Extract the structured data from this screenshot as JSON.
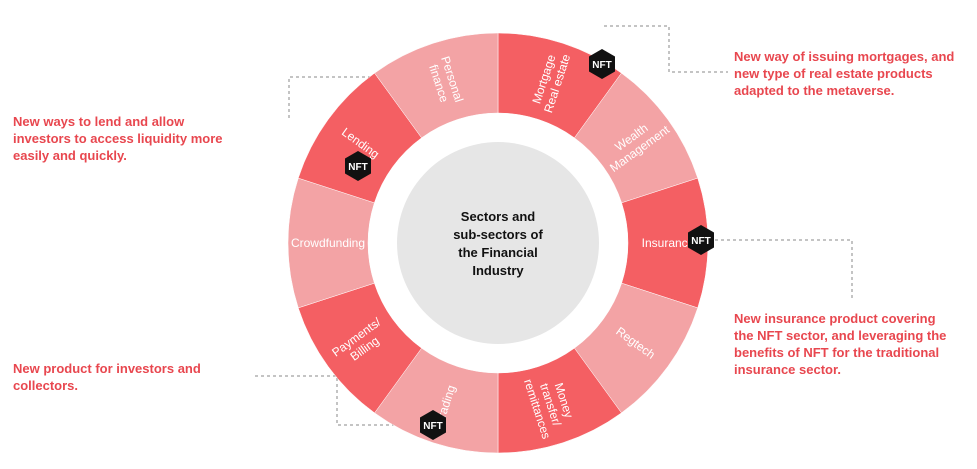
{
  "center": {
    "lines": [
      "Sectors and",
      "sub-sectors of",
      "the Financial",
      "Industry"
    ]
  },
  "segments": [
    {
      "name": "mortgage",
      "lines": [
        "Mortgage",
        "Real estate"
      ],
      "shade": "dark",
      "nft": true
    },
    {
      "name": "wealth",
      "lines": [
        "Wealth",
        "Management"
      ],
      "shade": "light",
      "nft": false
    },
    {
      "name": "insurance",
      "lines": [
        "Insurance"
      ],
      "shade": "dark",
      "nft": true
    },
    {
      "name": "regtech",
      "lines": [
        "Regtech"
      ],
      "shade": "light",
      "nft": false
    },
    {
      "name": "money-transfer",
      "lines": [
        "Money",
        "transfer/",
        "remittances"
      ],
      "shade": "dark",
      "nft": false
    },
    {
      "name": "trading",
      "lines": [
        "Trading"
      ],
      "shade": "light",
      "nft": true
    },
    {
      "name": "payments",
      "lines": [
        "Payments/",
        "Billing"
      ],
      "shade": "dark",
      "nft": false
    },
    {
      "name": "crowdfunding",
      "lines": [
        "Crowdfunding"
      ],
      "shade": "light",
      "nft": false
    },
    {
      "name": "lending",
      "lines": [
        "Lending"
      ],
      "shade": "dark",
      "nft": true
    },
    {
      "name": "personal-finance",
      "lines": [
        "Personal",
        "finance"
      ],
      "shade": "light",
      "nft": false
    }
  ],
  "nft_badge_label": "NFT",
  "callouts": {
    "mortgage": [
      "New way of issuing mortgages, and",
      "new type of real estate products",
      "adapted to the metaverse."
    ],
    "lending": [
      "New ways to lend and allow",
      "investors to access liquidity more",
      "easily and quickly."
    ],
    "insurance": [
      "New insurance product covering",
      "the NFT sector, and leveraging the",
      "benefits of NFT for the traditional",
      "insurance sector."
    ],
    "trading": [
      "New product for investors and",
      "collectors."
    ]
  },
  "colors": {
    "dark_segment": "#f45f63",
    "light_segment": "#f3a3a5",
    "center_circle": "#e6e6e6",
    "callout_text": "#e8474f",
    "badge": "#111111",
    "connector": "#8a8a8a"
  }
}
